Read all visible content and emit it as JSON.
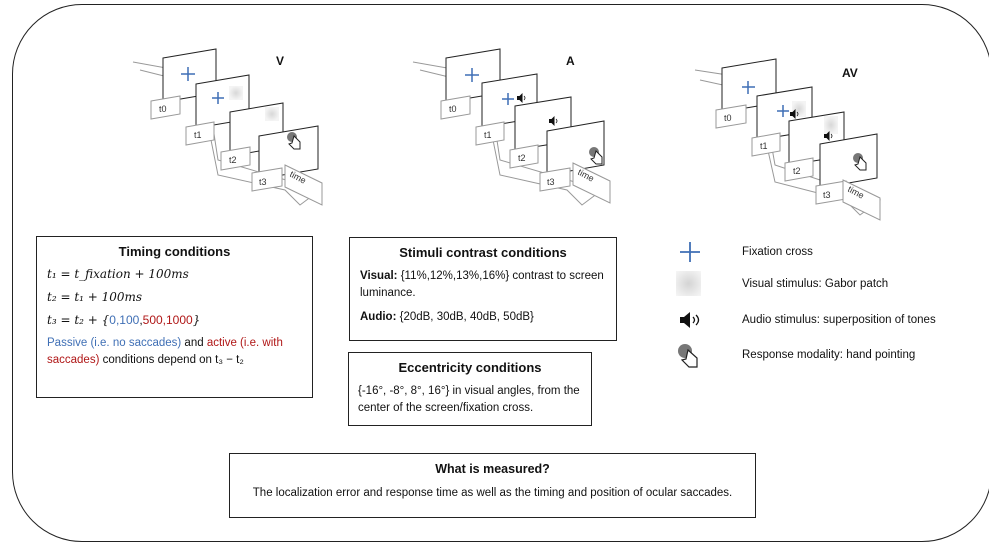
{
  "conditions": {
    "v_label": "V",
    "a_label": "A",
    "av_label": "AV"
  },
  "time_labels": {
    "t0": "t0",
    "t1": "t1",
    "t2": "t2",
    "t3": "t3",
    "time": "time"
  },
  "timing": {
    "title": "Timing conditions",
    "eq1_lhs": "t",
    "eq1_text": "t₁ = t_fixation + 100ms",
    "eq2_text": "t₂ = t₁ + 100ms",
    "eq3_prefix": "t₃ = t₂ + {",
    "eq3_v1": "0,100",
    "eq3_v2": "500,1000",
    "eq3_suffix": "}",
    "note_blue": "Passive (i.e. no saccades)",
    "note_and": " and ",
    "note_red": "active (i.e. with saccades)",
    "note_end": " conditions depend on t₃ − t₂"
  },
  "contrast": {
    "title": "Stimuli contrast conditions",
    "visual_key": "Visual:",
    "visual_val": " {11%,12%,13%,16%} contrast to screen luminance.",
    "audio_key": "Audio:",
    "audio_val": " {20dB, 30dB, 40dB, 50dB}"
  },
  "eccentricity": {
    "title": "Eccentricity conditions",
    "text": "{-16°, -8°, 8°, 16°} in visual angles, from the center of the screen/fixation cross."
  },
  "legend": {
    "fixation": "Fixation cross",
    "visual": "Visual stimulus: Gabor patch",
    "audio": "Audio stimulus: superposition of tones",
    "response": "Response modality: hand pointing"
  },
  "measured": {
    "title": "What is measured?",
    "text": "The localization error and response time as well as the timing and position of ocular saccades."
  },
  "icons": [
    "plus-icon",
    "gabor-patch-icon",
    "speaker-icon",
    "hand-pointing-icon"
  ]
}
